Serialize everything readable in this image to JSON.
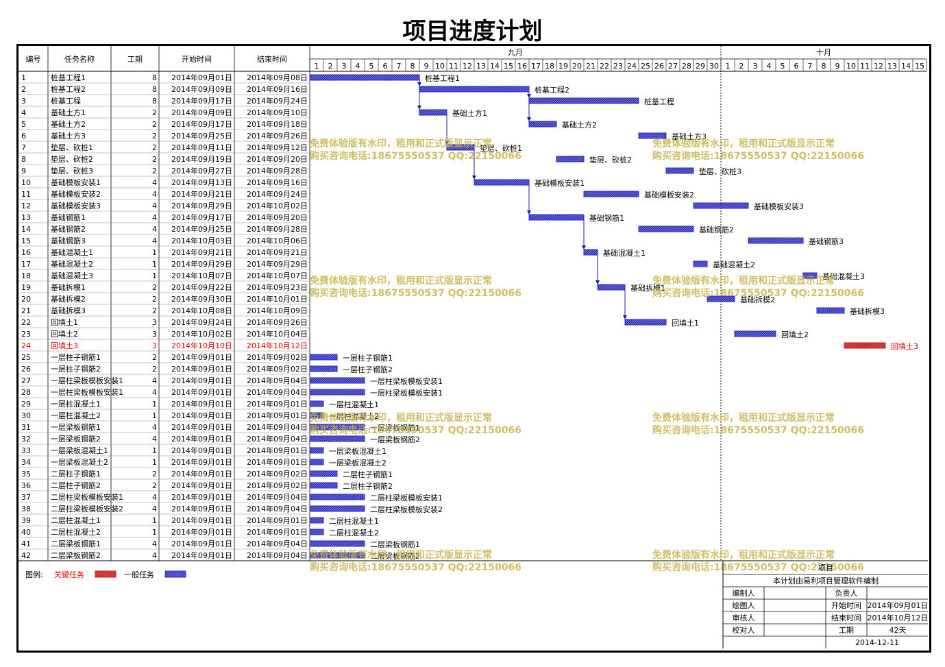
{
  "title": "项目进度计划",
  "columns": [
    "编号",
    "任务名称",
    "工期",
    "开始时间",
    "结束时间"
  ],
  "months": [
    {
      "label": "九月",
      "days": 30
    },
    {
      "label": "十月",
      "days": 15
    }
  ],
  "chart_data": {
    "type": "gantt",
    "x_unit": "day",
    "start_date": "2014-09-01",
    "tasks": [
      {
        "id": "1",
        "name": "桩基工程1",
        "dur": "8",
        "start": "2014年09月01日",
        "end": "2014年09月08日",
        "s": 1,
        "e": 8,
        "crit": false
      },
      {
        "id": "2",
        "name": "桩基工程2",
        "dur": "8",
        "start": "2014年09月09日",
        "end": "2014年09月16日",
        "s": 9,
        "e": 16,
        "crit": false
      },
      {
        "id": "3",
        "name": "桩基工程",
        "dur": "8",
        "start": "2014年09月17日",
        "end": "2014年09月24日",
        "s": 17,
        "e": 24,
        "crit": false
      },
      {
        "id": "4",
        "name": "基础土方1",
        "dur": "2",
        "start": "2014年09月09日",
        "end": "2014年09月10日",
        "s": 9,
        "e": 10,
        "crit": false
      },
      {
        "id": "5",
        "name": "基础土方2",
        "dur": "2",
        "start": "2014年09月17日",
        "end": "2014年09月18日",
        "s": 17,
        "e": 18,
        "crit": false
      },
      {
        "id": "6",
        "name": "基础土方3",
        "dur": "2",
        "start": "2014年09月25日",
        "end": "2014年09月26日",
        "s": 25,
        "e": 26,
        "crit": false
      },
      {
        "id": "7",
        "name": "垫层、砍桩1",
        "dur": "2",
        "start": "2014年09月11日",
        "end": "2014年09月12日",
        "s": 11,
        "e": 12,
        "crit": false
      },
      {
        "id": "8",
        "name": "垫层、砍桩2",
        "dur": "2",
        "start": "2014年09月19日",
        "end": "2014年09月20日",
        "s": 19,
        "e": 20,
        "crit": false
      },
      {
        "id": "9",
        "name": "垫层、砍桩3",
        "dur": "2",
        "start": "2014年09月27日",
        "end": "2014年09月28日",
        "s": 27,
        "e": 28,
        "crit": false
      },
      {
        "id": "10",
        "name": "基础模板安装1",
        "dur": "4",
        "start": "2014年09月13日",
        "end": "2014年09月16日",
        "s": 13,
        "e": 16,
        "crit": false
      },
      {
        "id": "11",
        "name": "基础模板安装2",
        "dur": "4",
        "start": "2014年09月21日",
        "end": "2014年09月24日",
        "s": 21,
        "e": 24,
        "crit": false
      },
      {
        "id": "12",
        "name": "基础模板安装3",
        "dur": "4",
        "start": "2014年09月29日",
        "end": "2014年10月02日",
        "s": 29,
        "e": 32,
        "crit": false
      },
      {
        "id": "13",
        "name": "基础钢筋1",
        "dur": "4",
        "start": "2014年09月17日",
        "end": "2014年09月20日",
        "s": 17,
        "e": 20,
        "crit": false
      },
      {
        "id": "14",
        "name": "基础钢筋2",
        "dur": "4",
        "start": "2014年09月25日",
        "end": "2014年09月28日",
        "s": 25,
        "e": 28,
        "crit": false
      },
      {
        "id": "15",
        "name": "基础钢筋3",
        "dur": "4",
        "start": "2014年10月03日",
        "end": "2014年10月06日",
        "s": 33,
        "e": 36,
        "crit": false
      },
      {
        "id": "16",
        "name": "基础混凝土1",
        "dur": "1",
        "start": "2014年09月21日",
        "end": "2014年09月21日",
        "s": 21,
        "e": 21,
        "crit": false
      },
      {
        "id": "17",
        "name": "基础混凝土2",
        "dur": "1",
        "start": "2014年09月29日",
        "end": "2014年09月29日",
        "s": 29,
        "e": 29,
        "crit": false
      },
      {
        "id": "18",
        "name": "基础混凝土3",
        "dur": "1",
        "start": "2014年10月07日",
        "end": "2014年10月07日",
        "s": 37,
        "e": 37,
        "crit": false
      },
      {
        "id": "19",
        "name": "基础拆模1",
        "dur": "2",
        "start": "2014年09月22日",
        "end": "2014年09月23日",
        "s": 22,
        "e": 23,
        "crit": false
      },
      {
        "id": "20",
        "name": "基础拆模2",
        "dur": "2",
        "start": "2014年09月30日",
        "end": "2014年10月01日",
        "s": 30,
        "e": 31,
        "crit": false
      },
      {
        "id": "21",
        "name": "基础拆模3",
        "dur": "2",
        "start": "2014年10月08日",
        "end": "2014年10月09日",
        "s": 38,
        "e": 39,
        "crit": false
      },
      {
        "id": "22",
        "name": "回填土1",
        "dur": "3",
        "start": "2014年09月24日",
        "end": "2014年09月26日",
        "s": 24,
        "e": 26,
        "crit": false
      },
      {
        "id": "23",
        "name": "回填土2",
        "dur": "3",
        "start": "2014年10月02日",
        "end": "2014年10月04日",
        "s": 32,
        "e": 34,
        "crit": false
      },
      {
        "id": "24",
        "name": "回填土3",
        "dur": "3",
        "start": "2014年10月10日",
        "end": "2014年10月12日",
        "s": 40,
        "e": 42,
        "crit": true
      },
      {
        "id": "25",
        "name": "一层柱子钢筋1",
        "dur": "2",
        "start": "2014年09月01日",
        "end": "2014年09月02日",
        "s": 1,
        "e": 2,
        "crit": false
      },
      {
        "id": "26",
        "name": "一层柱子钢筋2",
        "dur": "2",
        "start": "2014年09月01日",
        "end": "2014年09月02日",
        "s": 1,
        "e": 2,
        "crit": false
      },
      {
        "id": "27",
        "name": "一层柱梁板模板安装1",
        "dur": "4",
        "start": "2014年09月01日",
        "end": "2014年09月04日",
        "s": 1,
        "e": 4,
        "crit": false
      },
      {
        "id": "28",
        "name": "一层柱梁板模板安装1",
        "dur": "4",
        "start": "2014年09月01日",
        "end": "2014年09月04日",
        "s": 1,
        "e": 4,
        "crit": false
      },
      {
        "id": "29",
        "name": "一层柱混凝土1",
        "dur": "1",
        "start": "2014年09月01日",
        "end": "2014年09月01日",
        "s": 1,
        "e": 1,
        "crit": false
      },
      {
        "id": "30",
        "name": "一层柱混凝土2",
        "dur": "1",
        "start": "2014年09月01日",
        "end": "2014年09月01日",
        "s": 1,
        "e": 1,
        "crit": false
      },
      {
        "id": "31",
        "name": "一层梁板钢筋1",
        "dur": "4",
        "start": "2014年09月01日",
        "end": "2014年09月04日",
        "s": 1,
        "e": 4,
        "crit": false
      },
      {
        "id": "32",
        "name": "一层梁板钢筋2",
        "dur": "4",
        "start": "2014年09月01日",
        "end": "2014年09月04日",
        "s": 1,
        "e": 4,
        "crit": false
      },
      {
        "id": "33",
        "name": "一层梁板混凝土1",
        "dur": "1",
        "start": "2014年09月01日",
        "end": "2014年09月01日",
        "s": 1,
        "e": 1,
        "crit": false
      },
      {
        "id": "34",
        "name": "一层梁板混凝土2",
        "dur": "1",
        "start": "2014年09月01日",
        "end": "2014年09月01日",
        "s": 1,
        "e": 1,
        "crit": false
      },
      {
        "id": "35",
        "name": "二层柱子钢筋1",
        "dur": "2",
        "start": "2014年09月01日",
        "end": "2014年09月02日",
        "s": 1,
        "e": 2,
        "crit": false
      },
      {
        "id": "36",
        "name": "二层柱子钢筋2",
        "dur": "2",
        "start": "2014年09月01日",
        "end": "2014年09月02日",
        "s": 1,
        "e": 2,
        "crit": false
      },
      {
        "id": "37",
        "name": "二层柱梁板模板安装1",
        "dur": "4",
        "start": "2014年09月01日",
        "end": "2014年09月04日",
        "s": 1,
        "e": 4,
        "crit": false
      },
      {
        "id": "38",
        "name": "二层柱梁板模板安装2",
        "dur": "4",
        "start": "2014年09月01日",
        "end": "2014年09月04日",
        "s": 1,
        "e": 4,
        "crit": false
      },
      {
        "id": "39",
        "name": "二层柱混凝土1",
        "dur": "1",
        "start": "2014年09月01日",
        "end": "2014年09月01日",
        "s": 1,
        "e": 1,
        "crit": false
      },
      {
        "id": "40",
        "name": "二层柱混凝土2",
        "dur": "1",
        "start": "2014年09月01日",
        "end": "2014年09月01日",
        "s": 1,
        "e": 1,
        "crit": false
      },
      {
        "id": "41",
        "name": "二层梁板钢筋1",
        "dur": "4",
        "start": "2014年09月01日",
        "end": "2014年09月04日",
        "s": 1,
        "e": 4,
        "crit": false
      },
      {
        "id": "42",
        "name": "二层梁板钢筋2",
        "dur": "4",
        "start": "2014年09月01日",
        "end": "2014年09月04日",
        "s": 1,
        "e": 4,
        "crit": false
      }
    ],
    "links": [
      [
        1,
        2
      ],
      [
        1,
        4
      ],
      [
        2,
        3
      ],
      [
        2,
        5
      ],
      [
        4,
        7
      ],
      [
        7,
        10
      ],
      [
        10,
        13
      ],
      [
        13,
        16
      ],
      [
        16,
        19
      ],
      [
        19,
        22
      ]
    ]
  },
  "legend": {
    "label": "图例:",
    "critical": "关键任务",
    "normal": "一般任务"
  },
  "colors": {
    "bar": "#2b2bc8",
    "bar_fill": "#6a6ae0",
    "critical": "#d42020",
    "header_bg": "#ffffff"
  },
  "info_box": {
    "header": "项目",
    "subtitle": "本计划由易利项目管理软件编制",
    "rows": [
      {
        "l1": "编制人",
        "v1": "",
        "l2": "负责人",
        "v2": ""
      },
      {
        "l1": "绘图人",
        "v1": "",
        "l2": "开始时间",
        "v2": "2014年09月01日"
      },
      {
        "l1": "审核人",
        "v1": "",
        "l2": "结束时间",
        "v2": "2014年10月12日"
      },
      {
        "l1": "校对人",
        "v1": "",
        "l2": "工期",
        "v2": "42天"
      }
    ],
    "date": "2014-12-11"
  },
  "watermark": {
    "line1": "免费体验版有水印，租用和正式版显示正常",
    "line2": "购买咨询电话:18675550537 QQ:22150066"
  }
}
